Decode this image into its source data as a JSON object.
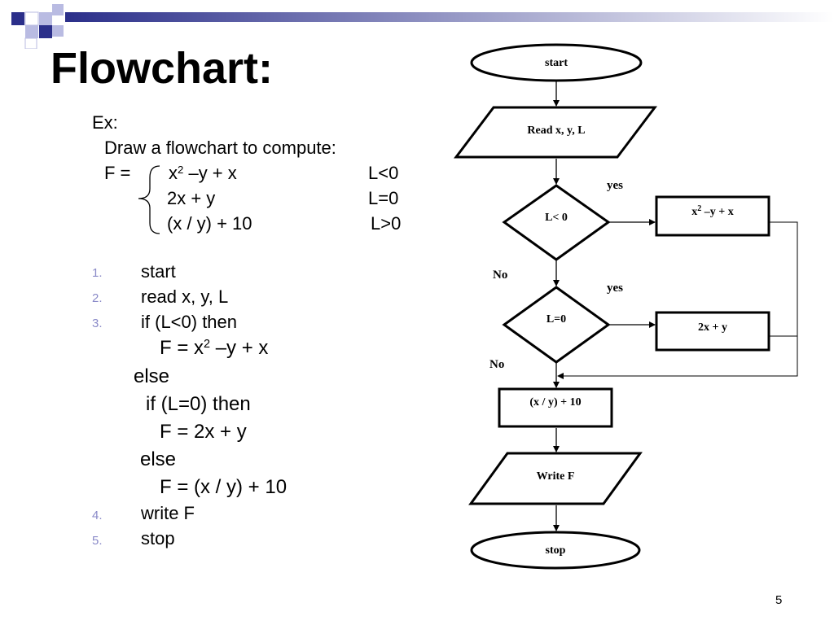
{
  "slide": {
    "title": "Flowchart:",
    "page_number": "5"
  },
  "example": {
    "ex_label": "Ex:",
    "instruction": "Draw a flowchart to compute:",
    "f_label": "F =",
    "cases": [
      {
        "expr": "x",
        "sup": "2",
        "expr_rest": " –y + x",
        "cond": "L<0"
      },
      {
        "expr": "2x + y",
        "sup": "",
        "expr_rest": "",
        "cond": "L=0"
      },
      {
        "expr": "(x / y) + 10",
        "sup": "",
        "expr_rest": "",
        "cond": "L>0"
      }
    ]
  },
  "algorithm": {
    "step1_num": "1.",
    "step1": "start",
    "step2_num": "2.",
    "step2": "read x, y, L",
    "step3_num": "3.",
    "step3": "if (L<0) then",
    "line_f1_pre": "F = x",
    "line_f1_sup": "2",
    "line_f1_post": " –y + x",
    "else1": "else",
    "if2": "if (L=0) then",
    "line_f2": "F = 2x + y",
    "else2": "else",
    "line_f3": "F = (x / y) + 10",
    "step4_num": "4.",
    "step4": "write F",
    "step5_num": "5.",
    "step5": "stop"
  },
  "flowchart": {
    "start": "start",
    "read": "Read x, y, L",
    "decision1": "L< 0",
    "decision2": "L=0",
    "process1_base": "x",
    "process1_sup": "2",
    "process1_rest": " –y + x",
    "process2": "2x + y",
    "process3": "(x / y) + 10",
    "write": "Write F",
    "stop": "stop",
    "yes1": "yes",
    "yes2": "yes",
    "no1": "No",
    "no2": "No"
  },
  "colors": {
    "decor_dark": "#2b2f8a",
    "decor_light": "#b9bbe2",
    "list_number": "#8a8ac8"
  }
}
